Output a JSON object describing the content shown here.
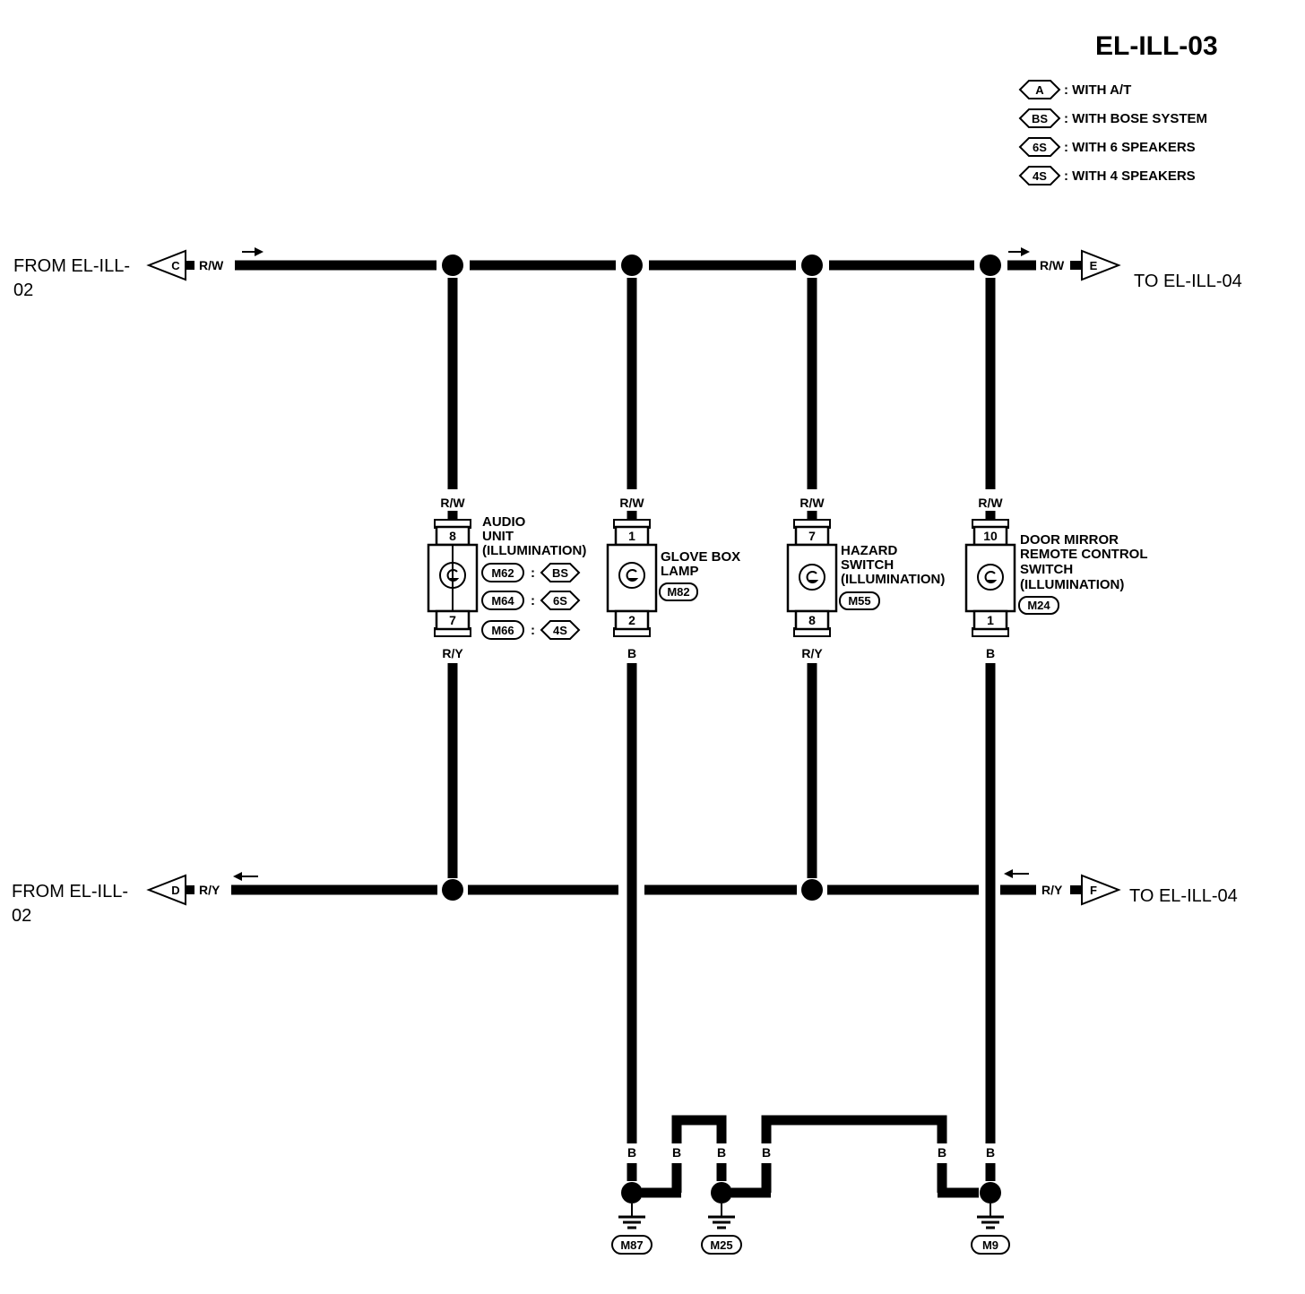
{
  "title": "EL-ILL-03",
  "legend": [
    {
      "code": "A",
      "text": ": WITH A/T"
    },
    {
      "code": "BS",
      "text": ": WITH BOSE SYSTEM"
    },
    {
      "code": "6S",
      "text": ": WITH 6 SPEAKERS"
    },
    {
      "code": "4S",
      "text": ": WITH 4 SPEAKERS"
    }
  ],
  "connectors": {
    "c": {
      "letter": "C",
      "wire": "R/W",
      "from_line1": "FROM EL-ILL-",
      "from_line2": "02"
    },
    "e": {
      "letter": "E",
      "wire": "R/W",
      "to": "TO EL-ILL-04"
    },
    "d": {
      "letter": "D",
      "wire": "R/Y",
      "from_line1": "FROM EL-ILL-",
      "from_line2": "02"
    },
    "f": {
      "letter": "F",
      "wire": "R/Y",
      "to": "TO EL-ILL-04"
    }
  },
  "components": {
    "audio": {
      "top_wire": "R/W",
      "pin_top": "8",
      "pin_bottom": "7",
      "bottom_wire": "R/Y",
      "name": [
        "AUDIO",
        "UNIT",
        "(ILLUMINATION)"
      ],
      "variants": [
        {
          "conn": "M62",
          "option": "BS"
        },
        {
          "conn": "M64",
          "option": "6S"
        },
        {
          "conn": "M66",
          "option": "4S"
        }
      ],
      "sep": ":"
    },
    "glove": {
      "top_wire": "R/W",
      "pin_top": "1",
      "pin_bottom": "2",
      "bottom_wire": "B",
      "name": [
        "GLOVE BOX",
        "LAMP"
      ],
      "conn": "M82"
    },
    "hazard": {
      "top_wire": "R/W",
      "pin_top": "7",
      "pin_bottom": "8",
      "bottom_wire": "R/Y",
      "name": [
        "HAZARD",
        "SWITCH",
        "(ILLUMINATION)"
      ],
      "conn": "M55"
    },
    "mirror": {
      "top_wire": "R/W",
      "pin_top": "10",
      "pin_bottom": "1",
      "bottom_wire": "B",
      "name": [
        "DOOR MIRROR",
        "REMOTE CONTROL",
        "SWITCH",
        "(ILLUMINATION)"
      ],
      "conn": "M24"
    }
  },
  "grounds": {
    "wire_labels": [
      "B",
      "B",
      "B",
      "B",
      "B",
      "B"
    ],
    "m87": "M87",
    "m25": "M25",
    "m9": "M9"
  }
}
